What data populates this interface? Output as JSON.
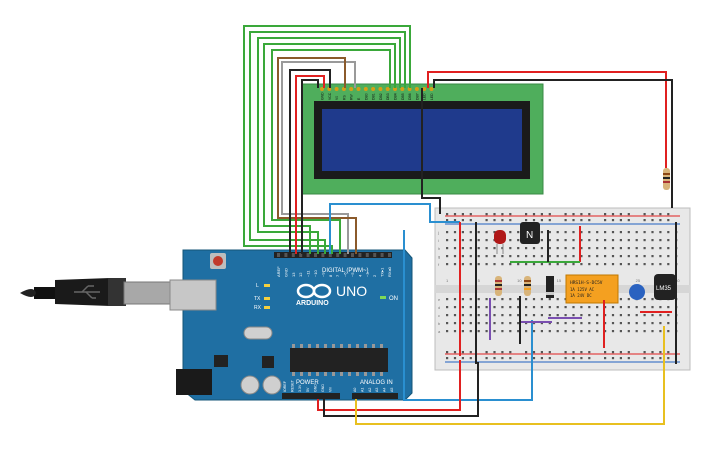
{
  "board": {
    "brand": "ARDUINO",
    "model": "UNO",
    "digital_header": "DIGITAL (PWM~)",
    "power_header": "POWER",
    "analog_header": "ANALOG IN",
    "on_label": "ON",
    "tx_label": "TX",
    "rx_label": "RX",
    "l_label": "L",
    "digital_pins": [
      "AREF",
      "GND",
      "13",
      "12",
      "~11",
      "~10",
      "~9",
      "8",
      "7",
      "~6",
      "~5",
      "4",
      "~3",
      "2",
      "TX▸1",
      "RX◂0"
    ],
    "power_pins": [
      "IOREF",
      "RESET",
      "3.3V",
      "5V",
      "GND",
      "GND",
      "Vin"
    ],
    "analog_pins": [
      "A0",
      "A1",
      "A2",
      "A3",
      "A4",
      "A5"
    ]
  },
  "lcd": {
    "pins": [
      "GND",
      "VCC",
      "V0",
      "RS",
      "RW",
      "E",
      "DB0",
      "DB1",
      "DB2",
      "DB3",
      "DB4",
      "DB5",
      "DB6",
      "DB7",
      "LED",
      "LED"
    ]
  },
  "breadboard": {
    "row_letters_top": [
      "j",
      "i",
      "h",
      "g",
      "f"
    ],
    "row_letters_bottom": [
      "e",
      "d",
      "c",
      "b",
      "a"
    ],
    "col_numbers": [
      "1",
      "5",
      "10",
      "15",
      "20",
      "25",
      "30"
    ]
  },
  "components": {
    "transistor_label": "N",
    "relay_lines": [
      "HRS1H-S-DC5V",
      "1A 125V AC",
      "1A 24V DC"
    ],
    "temp_sensor_label": "LM35"
  },
  "colors": {
    "board": "#1f6fa3",
    "lcd_pcb": "#4fae5c",
    "lcd_screen": "#1f3a8c",
    "wire_red": "#e02020",
    "wire_black": "#222222",
    "wire_green": "#3aa83a",
    "wire_blue": "#2a8fd0",
    "wire_yellow": "#e8c020",
    "wire_gray": "#9a9a9a",
    "wire_brown": "#8b5a2b"
  }
}
